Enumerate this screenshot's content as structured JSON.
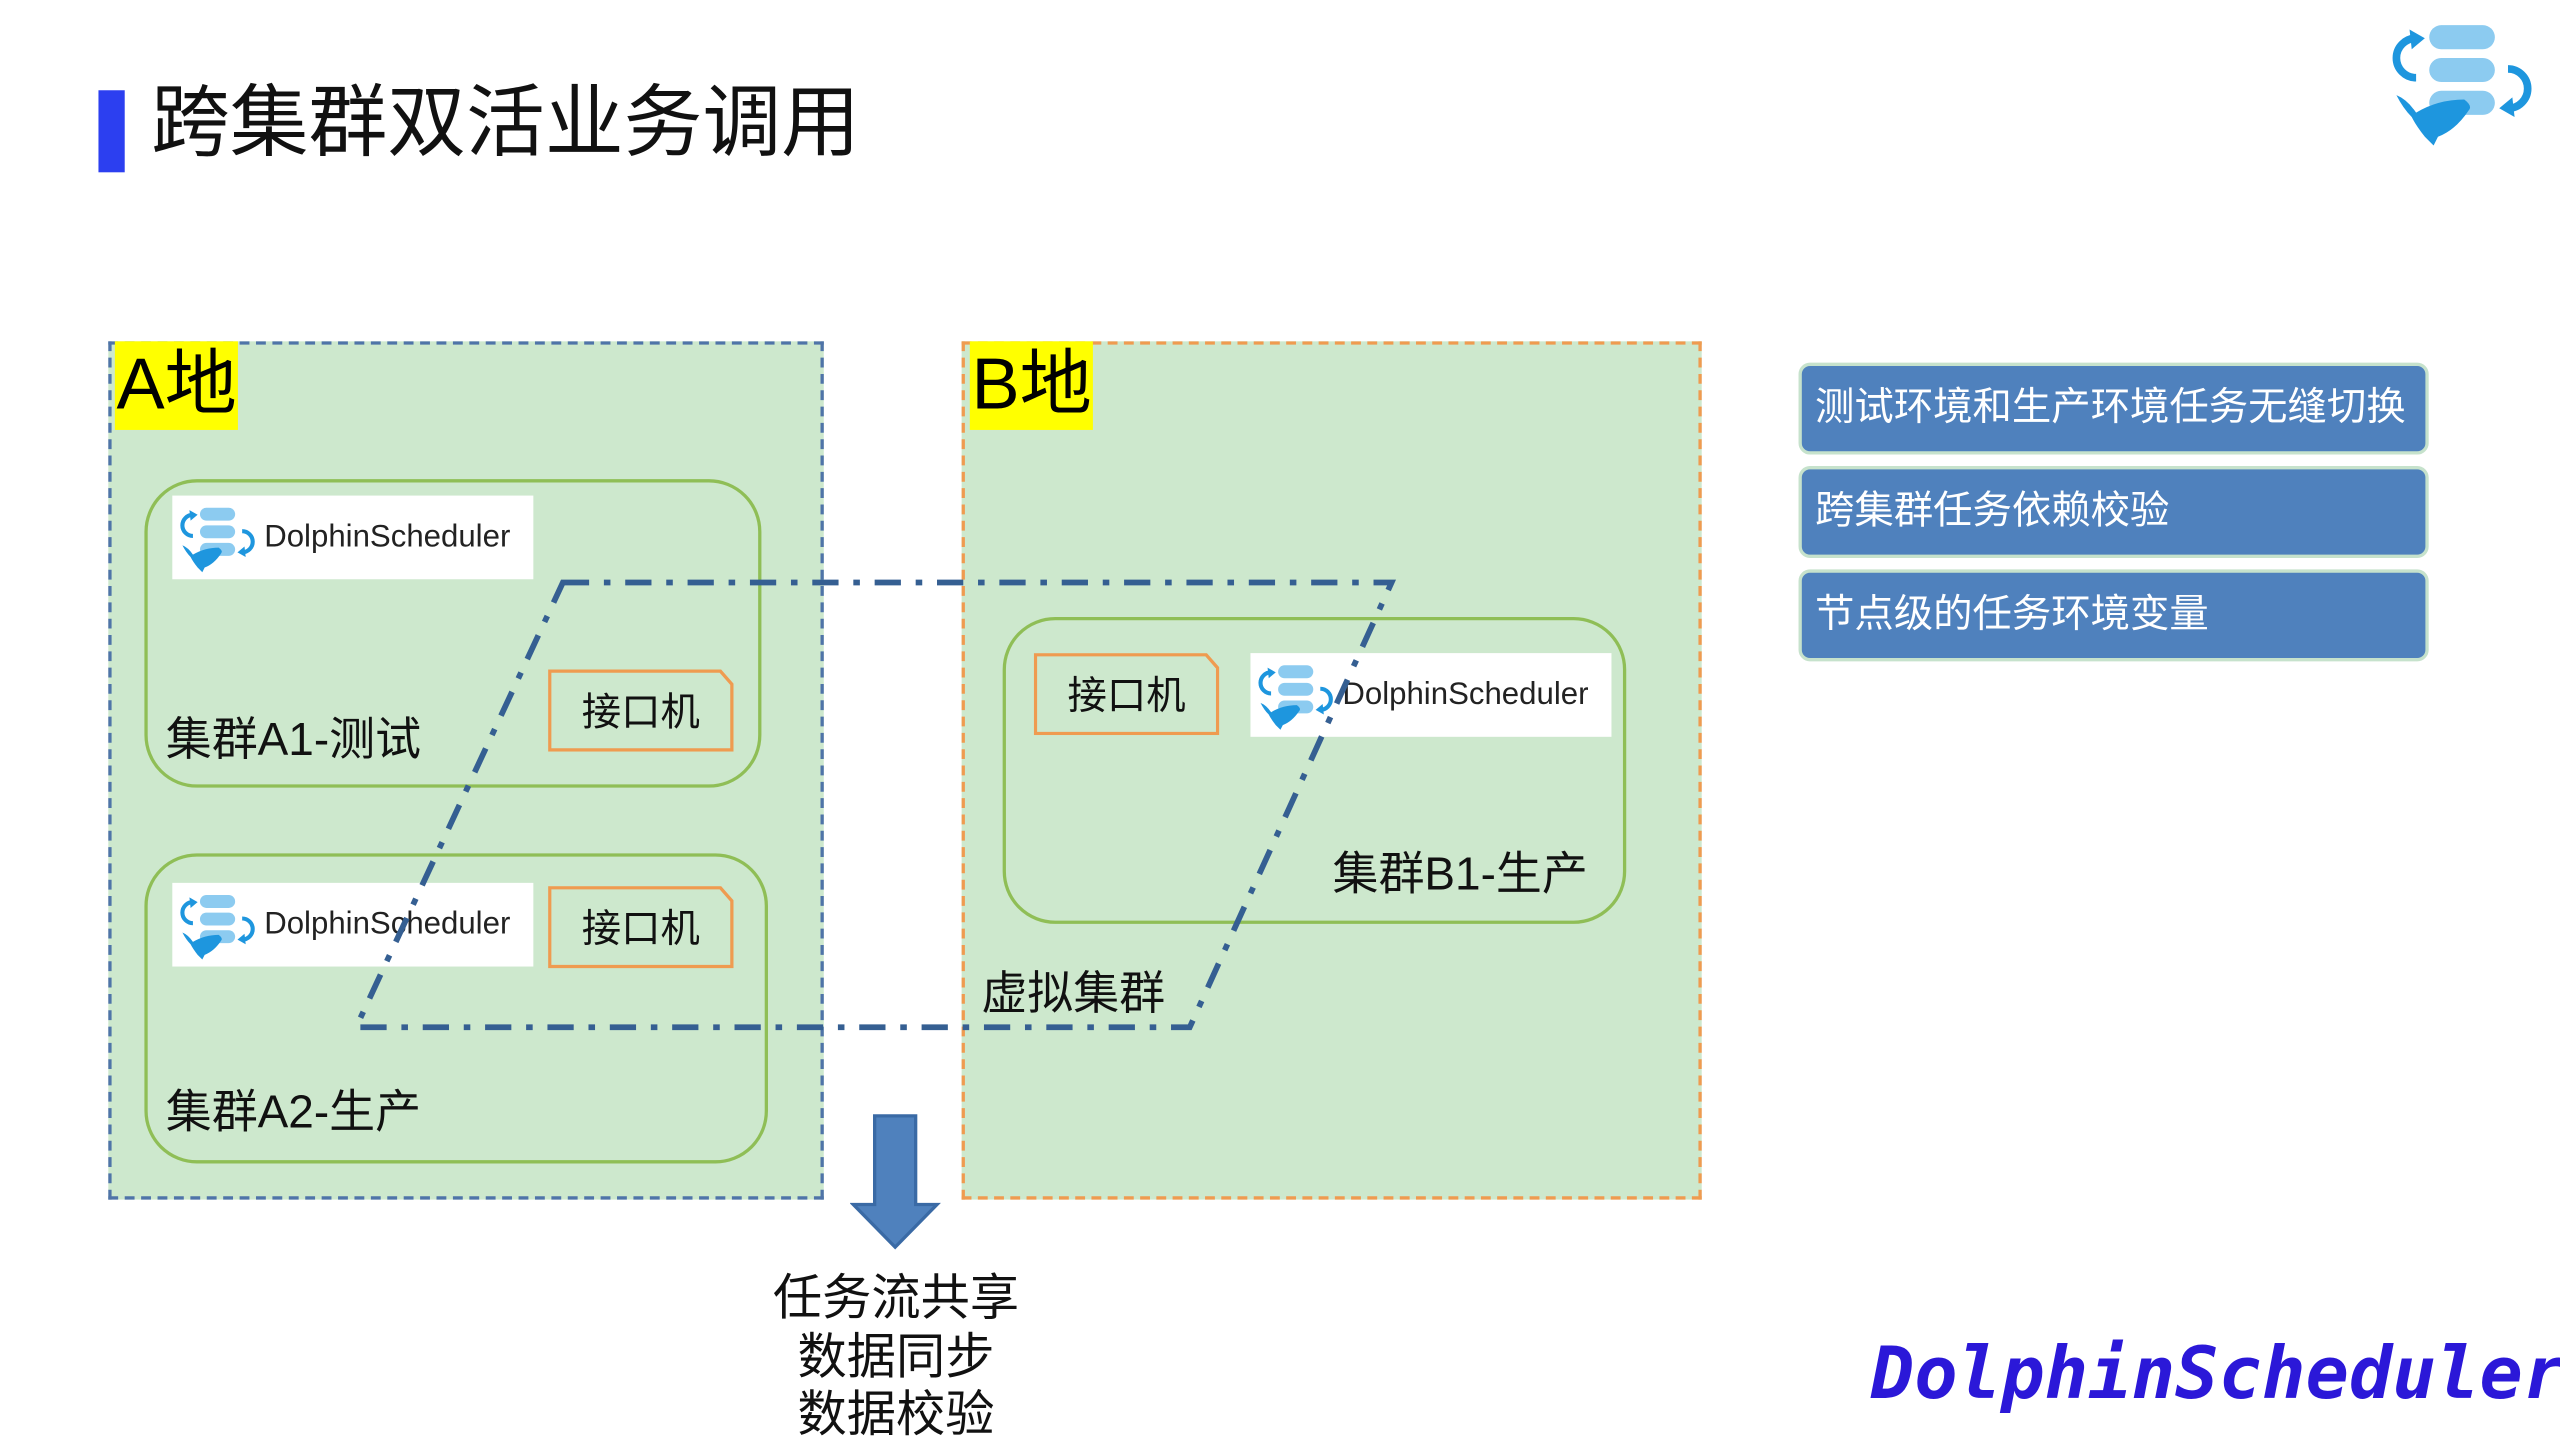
{
  "title": "跨集群双活业务调用",
  "colors": {
    "accent_bar": "#2c3ff0",
    "region_fill": "#cde8cd",
    "region_a_border": "#4f74a8",
    "region_b_border": "#ef9b50",
    "cluster_border": "#8fbe56",
    "interface_border": "#ef9b50",
    "link_line": "#355f92",
    "side_box": "#4f81bd",
    "brand": "#2b18d8",
    "place_highlight": "#ffff00"
  },
  "regions": {
    "a": {
      "label": "A地"
    },
    "b": {
      "label": "B地"
    }
  },
  "clusters": {
    "a1": {
      "label": "集群A1-测试",
      "ds_label": "DolphinScheduler",
      "interface": "接口机"
    },
    "a2": {
      "label": "集群A2-生产",
      "ds_label": "DolphinScheduler",
      "interface": "接口机"
    },
    "b1": {
      "label": "集群B1-生产",
      "ds_label": "DolphinScheduler",
      "interface": "接口机"
    }
  },
  "virtual_cluster": "虚拟集群",
  "flow_text": [
    "任务流共享",
    "数据同步",
    "数据校验"
  ],
  "features": [
    "测试环境和生产环境任务无缝切换",
    "跨集群任务依赖校验",
    "节点级的任务环境变量"
  ],
  "brand": "DolphinScheduler",
  "icons": {
    "logo": "dolphinscheduler-logo-icon",
    "arrow": "arrow-down-icon"
  }
}
